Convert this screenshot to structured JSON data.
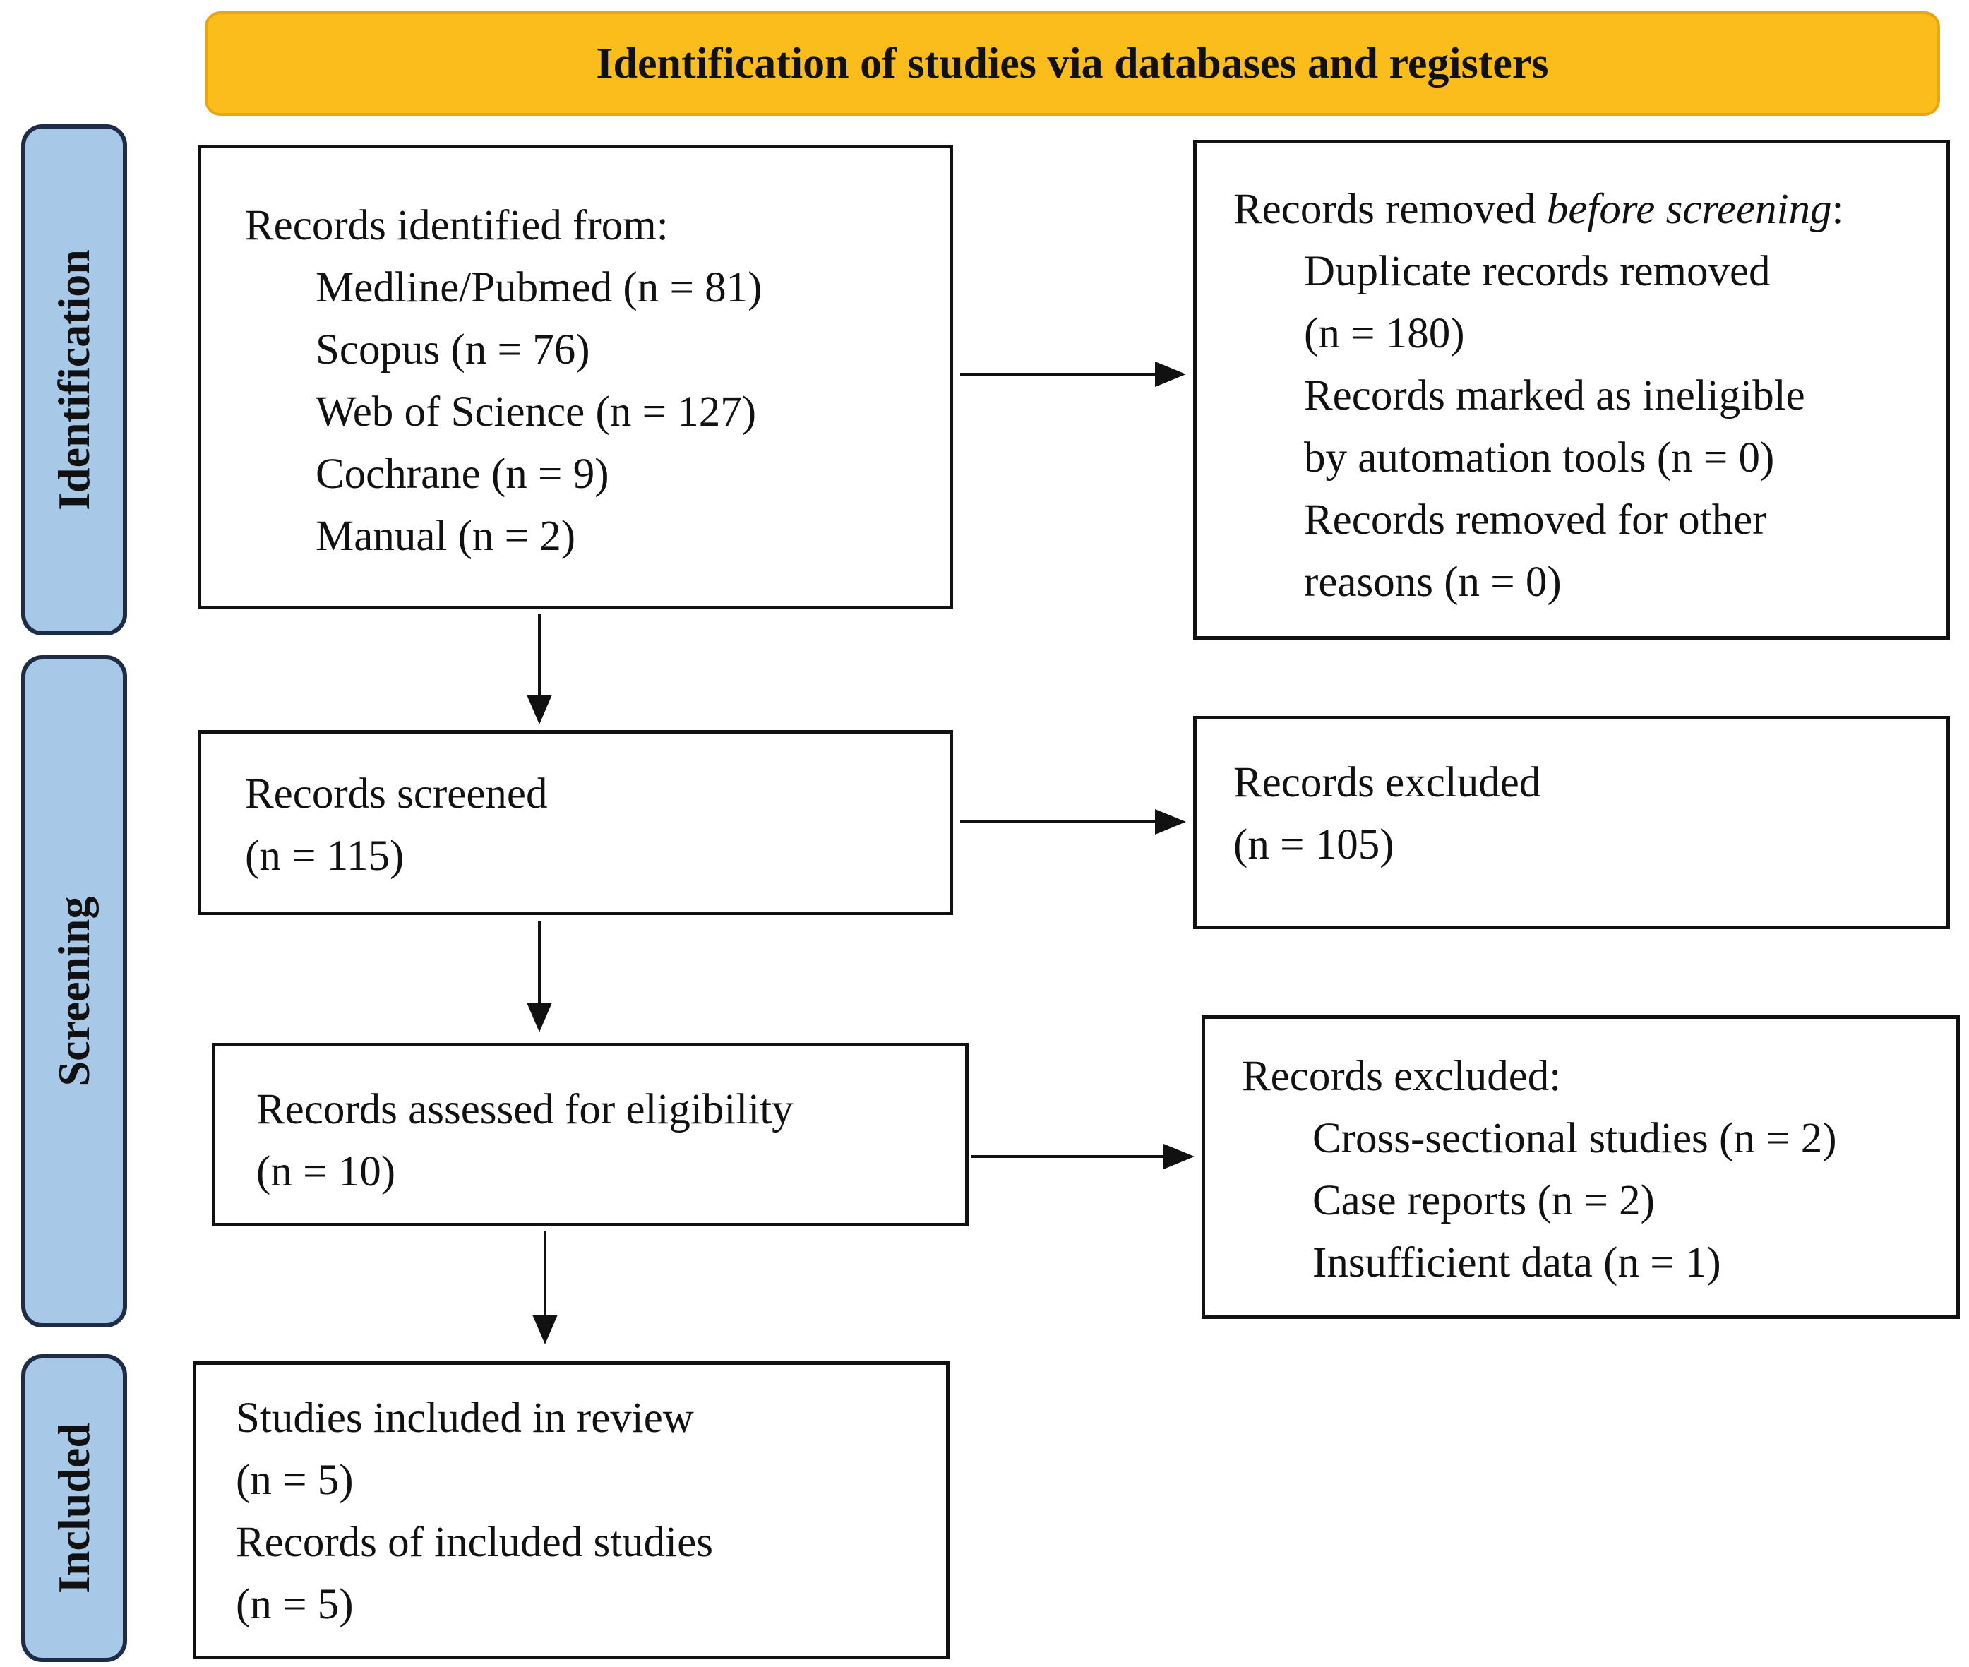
{
  "header": {
    "title": "Identification of studies via databases and registers"
  },
  "phases": {
    "identification": "Identification",
    "screening": "Screening",
    "included": "Included"
  },
  "records_identified": {
    "title": "Records identified from:",
    "items": [
      "Medline/Pubmed (n = 81)",
      "Scopus (n = 76)",
      "Web of Science (n = 127)",
      "Cochrane (n = 9)",
      "Manual (n = 2)"
    ]
  },
  "records_removed": {
    "title_prefix": "Records removed ",
    "title_italic": "before screening",
    "title_suffix": ":",
    "lines": [
      "Duplicate records removed",
      "(n = 180)",
      "Records marked as ineligible",
      "by automation tools (n = 0)",
      "Records removed for other",
      "reasons (n = 0)"
    ]
  },
  "records_screened": {
    "title": "Records screened",
    "count": "(n = 115)"
  },
  "records_excluded_1": {
    "title": "Records excluded",
    "count": "(n = 105)"
  },
  "records_assessed": {
    "title": "Records assessed for eligibility",
    "count": "(n = 10)"
  },
  "records_excluded_2": {
    "title": "Records excluded:",
    "items": [
      "Cross-sectional studies (n = 2)",
      "Case reports (n = 2)",
      "Insufficient data (n = 1)"
    ]
  },
  "studies_included": {
    "lines": [
      "Studies included in review",
      "(n = 5)",
      "Records of included studies",
      "(n = 5)"
    ]
  }
}
